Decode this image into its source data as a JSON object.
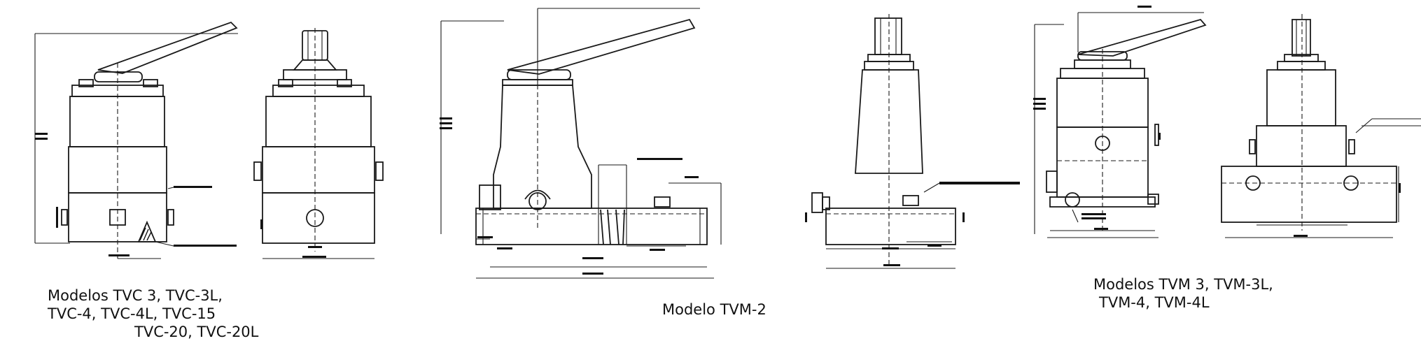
{
  "captions": {
    "tvc_line1": "Modelos TVC 3, TVC-3L,",
    "tvc_line2": "TVC-4, TVC-4L, TVC-15",
    "tvc_line3": "TVC-20, TVC-20L",
    "tvm2": "Modelo TVM-2",
    "tvm_line1": "Modelos TVM 3, TVM-3L,",
    "tvm_line2": "TVM-4, TVM-4L"
  }
}
